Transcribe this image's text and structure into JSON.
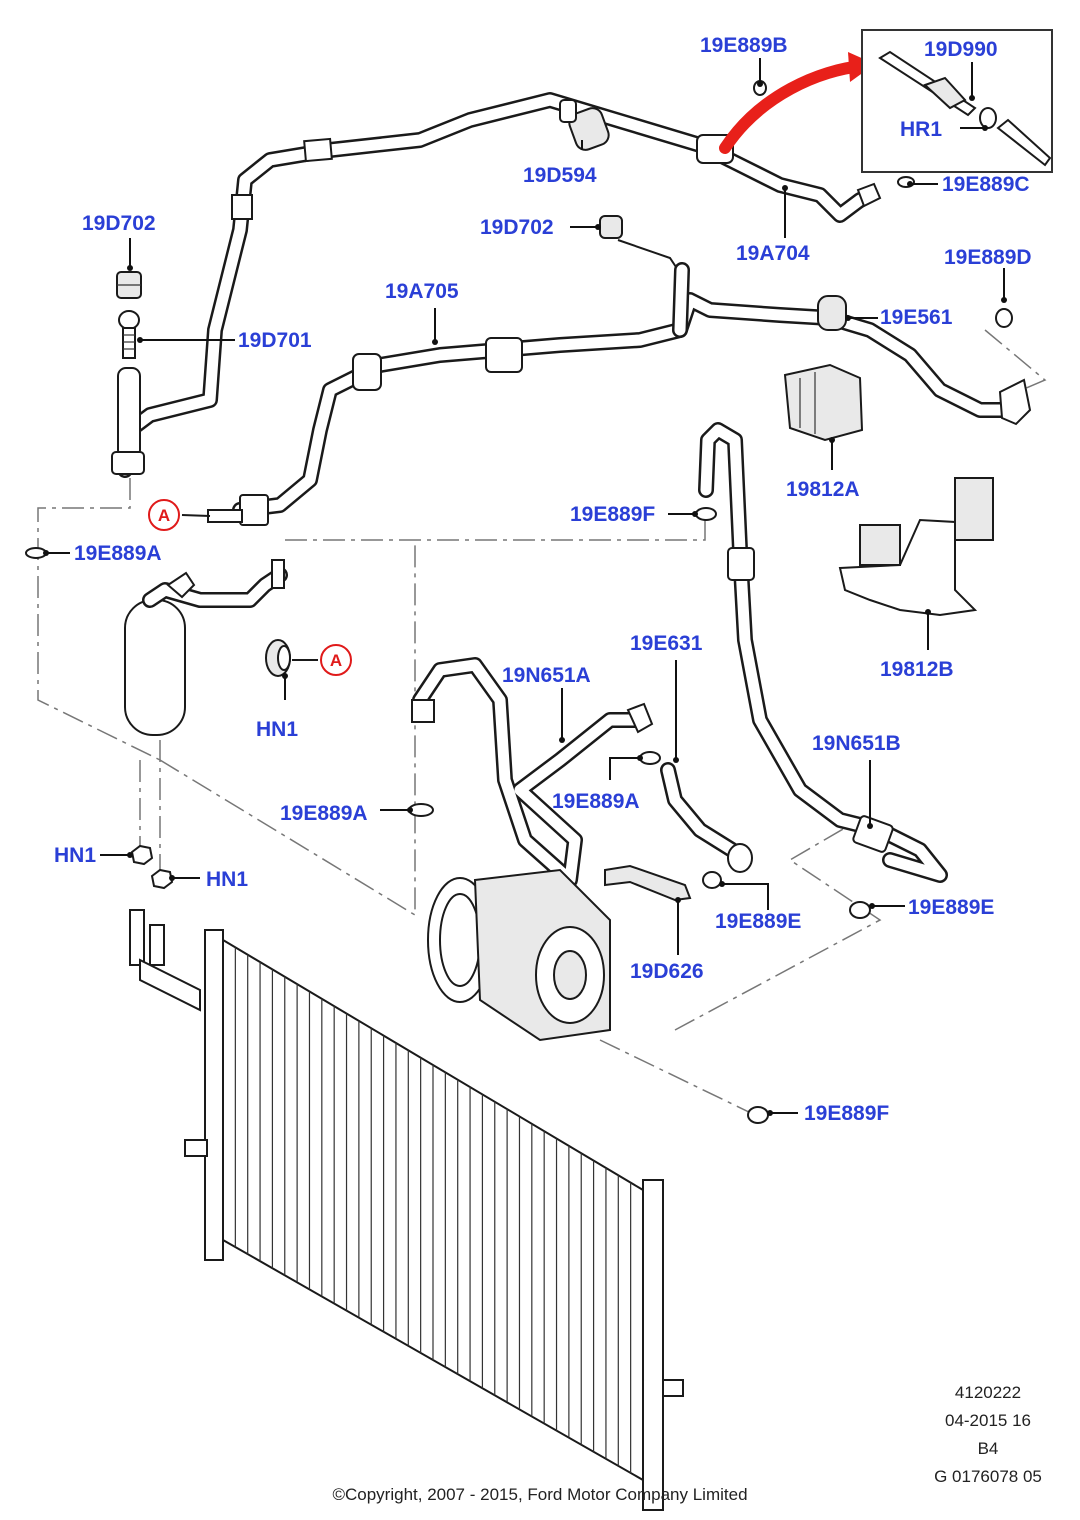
{
  "diagram": {
    "title": "A/C refrigerant lines, condenser and compressor exploded view",
    "part_labels": {
      "p19E889B": "19E889B",
      "p19D990": "19D990",
      "pHR1": "HR1",
      "p19D594": "19D594",
      "p19E889C": "19E889C",
      "p19D702_left": "19D702",
      "p19D702_mid": "19D702",
      "p19A704": "19A704",
      "p19E889D": "19E889D",
      "p19A705": "19A705",
      "p19E561": "19E561",
      "p19D701": "19D701",
      "p19812A": "19812A",
      "p19E889F_top": "19E889F",
      "p19E889A_left": "19E889A",
      "p19812B": "19812B",
      "p19E631": "19E631",
      "p19N651A": "19N651A",
      "pHN1_drier": "HN1",
      "p19N651B": "19N651B",
      "p19E889A_mid": "19E889A",
      "p19E889A_center": "19E889A",
      "pHN1_left": "HN1",
      "pHN1_right": "HN1",
      "p19E889E_right": "19E889E",
      "p19E889E_center": "19E889E",
      "p19D626": "19D626",
      "p19E889F_bottom": "19E889F"
    },
    "callouts": {
      "a_upper": "A",
      "a_lower": "A"
    },
    "colors": {
      "label": "#2a3fd6",
      "callout": "#e01a1a",
      "arrow": "#e8201a",
      "line": "#1a1a1a"
    }
  },
  "footer": {
    "ref_lines": [
      "4120222",
      "04-2015 16",
      "B4",
      "G 0176078 05"
    ],
    "copyright": "©Copyright, 2007 - 2015, Ford Motor Company Limited"
  }
}
